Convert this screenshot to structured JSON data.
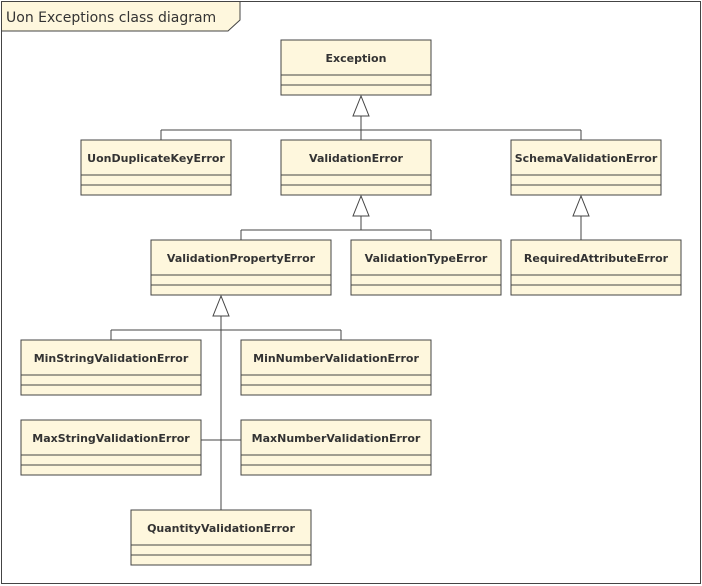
{
  "diagram": {
    "title": "Uon Exceptions class diagram",
    "classes": {
      "exception": "Exception",
      "uon_duplicate_key_error": "UonDuplicateKeyError",
      "validation_error": "ValidationError",
      "schema_validation_error": "SchemaValidationError",
      "validation_property_error": "ValidationPropertyError",
      "validation_type_error": "ValidationTypeError",
      "required_attribute_error": "RequiredAttributeError",
      "min_string_validation_error": "MinStringValidationError",
      "min_number_validation_error": "MinNumberValidationError",
      "max_string_validation_error": "MaxStringValidationError",
      "max_number_validation_error": "MaxNumberValidationError",
      "quantity_validation_error": "QuantityValidationError"
    },
    "colors": {
      "class_fill": "#fef7dd",
      "stroke": "#444444",
      "background": "#ffffff"
    }
  }
}
